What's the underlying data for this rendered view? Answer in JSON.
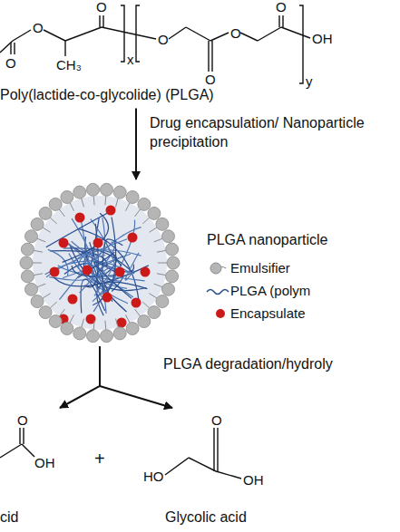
{
  "diagram": {
    "nodes": [
      {
        "text": [
          "Poly(lactide-co-glycolide) (PLGA)"
        ]
      },
      {
        "text": [
          "PLGA nanoparticle"
        ]
      },
      {
        "text": [
          "cid"
        ]
      },
      {
        "text": [
          "Glycolic acid"
        ]
      }
    ],
    "edges": [
      {
        "from": 0,
        "to": 1,
        "arrow": "to",
        "label": "Drug encapsulation/ Nanoparticle precipitation"
      },
      {
        "from": 1,
        "to": 2,
        "arrow": "to",
        "label": "PLGA degradation/hydroly"
      },
      {
        "from": 1,
        "to": 3,
        "arrow": "to"
      }
    ],
    "labels": [
      "O",
      "O",
      "CH₃",
      "O",
      "x",
      "O",
      "O",
      "O",
      "O",
      "y",
      "OH",
      "O",
      "OH",
      "+",
      "O",
      "HO",
      "OH"
    ],
    "legend": [
      {
        "text": "Emulsifier"
      },
      {
        "text": "PLGA (polym"
      },
      {
        "text": "Encapsulate"
      }
    ]
  }
}
